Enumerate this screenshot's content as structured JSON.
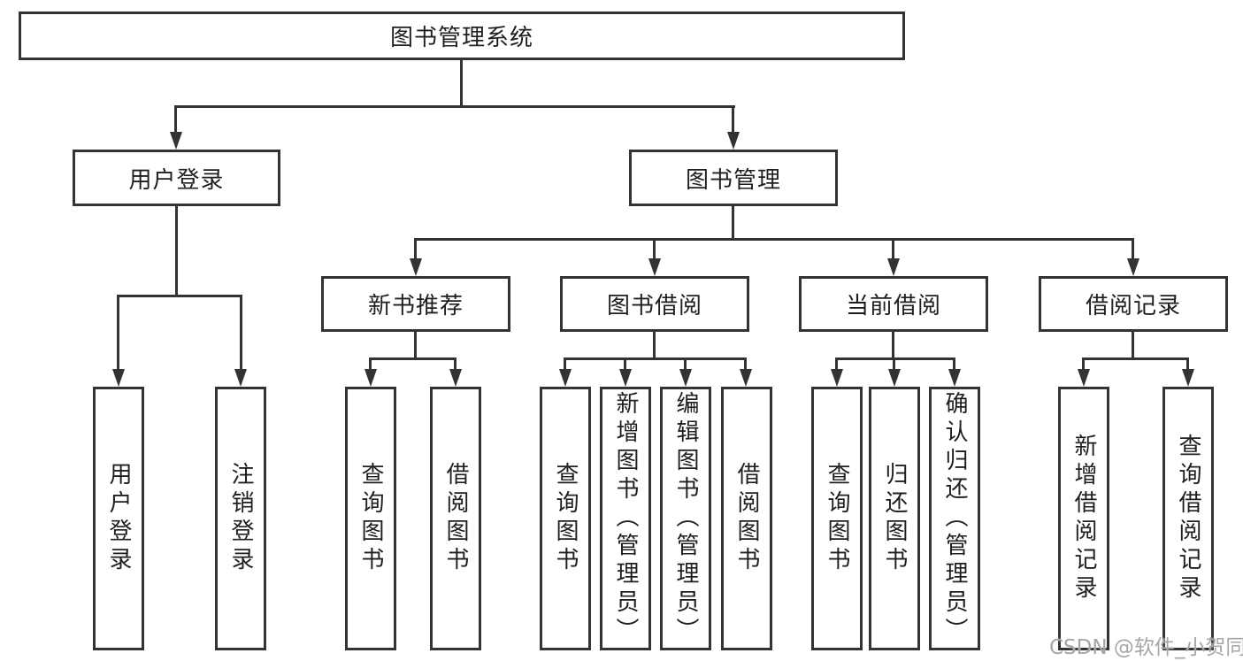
{
  "diagram": {
    "root": "图书管理系统",
    "level2": [
      "用户登录",
      "图书管理"
    ],
    "level3": [
      "新书推荐",
      "图书借阅",
      "当前借阅",
      "借阅记录"
    ],
    "leaves": {
      "user_login": [
        "用户登录",
        "注销登录"
      ],
      "new_book": [
        "查询图书",
        "借阅图书"
      ],
      "book_borrow": [
        "查询图书",
        "新增图书（管理员）",
        "编辑图书（管理员）",
        "借阅图书"
      ],
      "current_borrow": [
        "查询图书",
        "归还图书",
        "确认归还（管理员）"
      ],
      "borrow_record": [
        "新增借阅记录",
        "查询借阅记录"
      ]
    },
    "watermark": "CSDN @软件_小贺同学",
    "colors": {
      "line": "#333333",
      "text": "#1f1f1f",
      "box_bg": "#ffffff",
      "background": "#ffffff",
      "watermark": "#a6a6a6"
    }
  }
}
